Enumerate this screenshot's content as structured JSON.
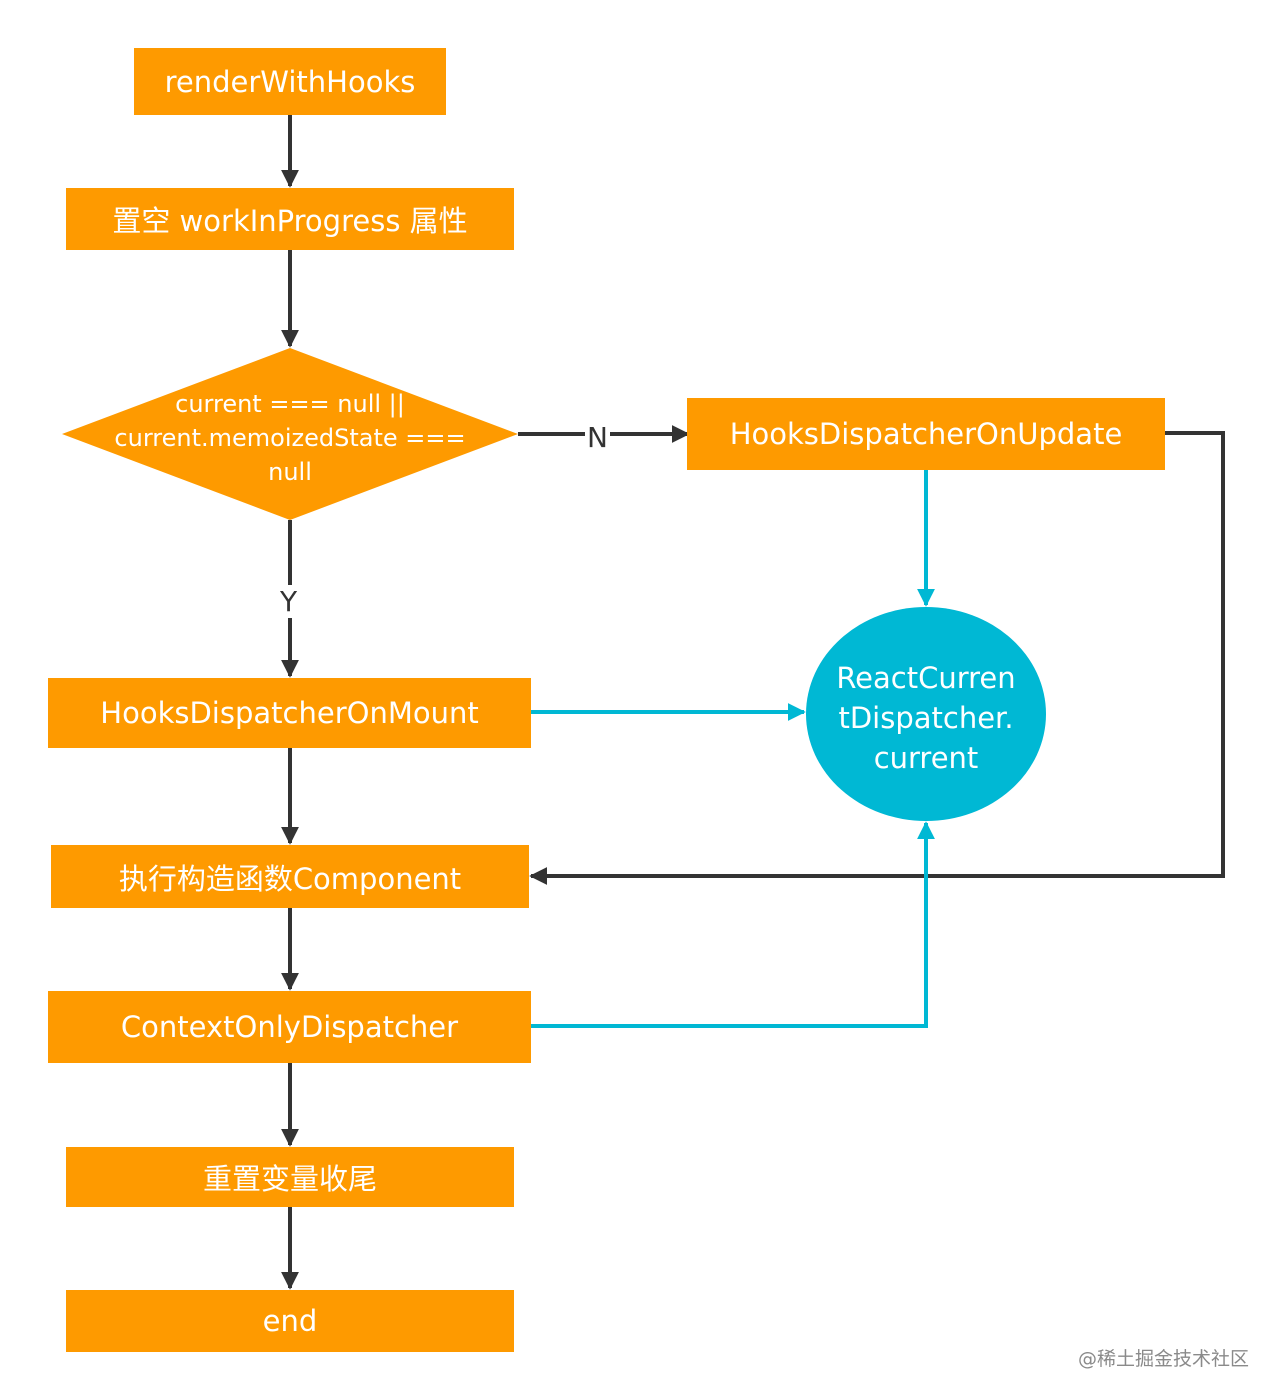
{
  "nodes": {
    "start": "renderWithHooks",
    "reset_wip": "置空 workInProgress 属性",
    "condition": [
      "current === null ||",
      "current.memoizedState ===",
      "null"
    ],
    "on_update": "HooksDispatcherOnUpdate",
    "on_mount": "HooksDispatcherOnMount",
    "dispatcher_current": [
      "ReactCurren",
      "tDispatcher.",
      "current"
    ],
    "run_component": "执行构造函数Component",
    "context_only": "ContextOnlyDispatcher",
    "reset_vars": "重置变量收尾",
    "end": "end"
  },
  "edges": {
    "no_label": "N",
    "yes_label": "Y"
  },
  "watermark": "@稀土掘金技术社区",
  "colors": {
    "node_fill": "#fe9a00",
    "circle_fill": "#00b8d4",
    "arrow_dark": "#333333",
    "arrow_cyan": "#00b8d4"
  }
}
